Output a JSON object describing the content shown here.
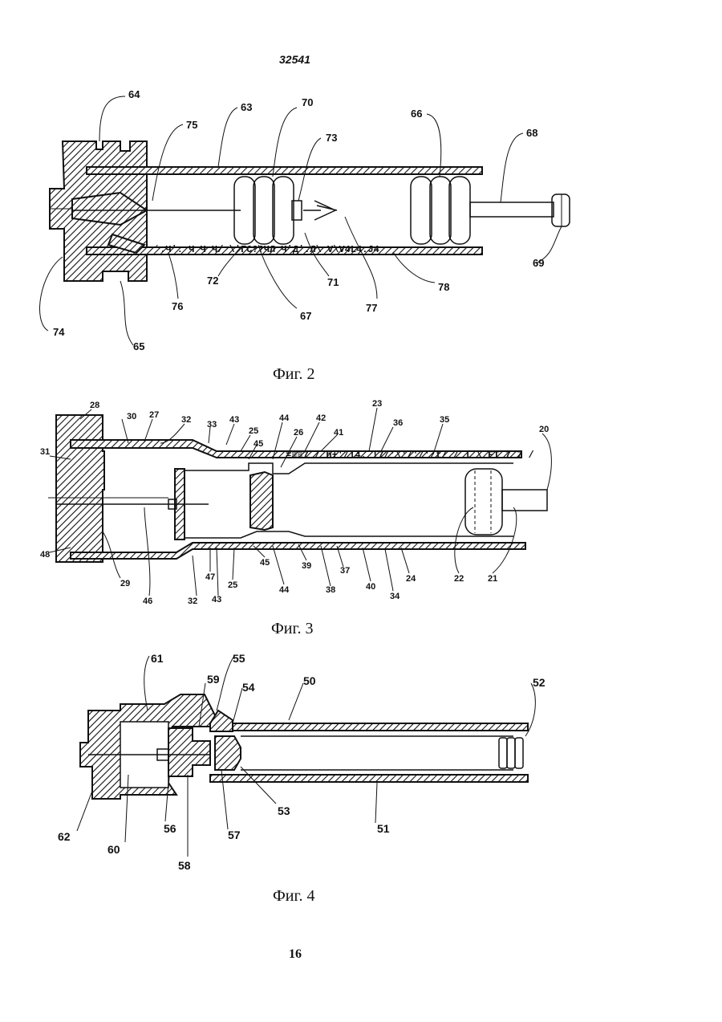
{
  "document_number": "32541",
  "page_number": "16",
  "figures": [
    {
      "caption": "Фиг. 2",
      "labels": [
        "64",
        "75",
        "63",
        "70",
        "73",
        "66",
        "68",
        "69",
        "78",
        "77",
        "71",
        "67",
        "72",
        "76",
        "65",
        "74"
      ],
      "noise_text": "ˊ.Ч'. Ч Ч Ч/ \\'ГС??ЧЛ Ч'Д'.Л\\ V\\V4L4.J4"
    },
    {
      "caption": "Фиг. 3",
      "labels": [
        "28",
        "30",
        "27",
        "32",
        "33",
        "43",
        "25",
        "45",
        "44",
        "26",
        "42",
        "41",
        "23",
        "36",
        "35",
        "20",
        "31",
        "48",
        "29",
        "46",
        "32",
        "47",
        "43",
        "25",
        "45",
        "44",
        "39",
        "38",
        "37",
        "40",
        "24",
        "34",
        "22",
        "21"
      ],
      "noise_text": "=≡≡7 / h+'/l4. !7/'\\'/'/'/t/ / l \\ FT 7 7 /"
    },
    {
      "caption": "Фиг. 4",
      "labels": [
        "61",
        "55",
        "59",
        "54",
        "50",
        "52",
        "62",
        "60",
        "56",
        "58",
        "57",
        "53",
        "51"
      ]
    }
  ]
}
